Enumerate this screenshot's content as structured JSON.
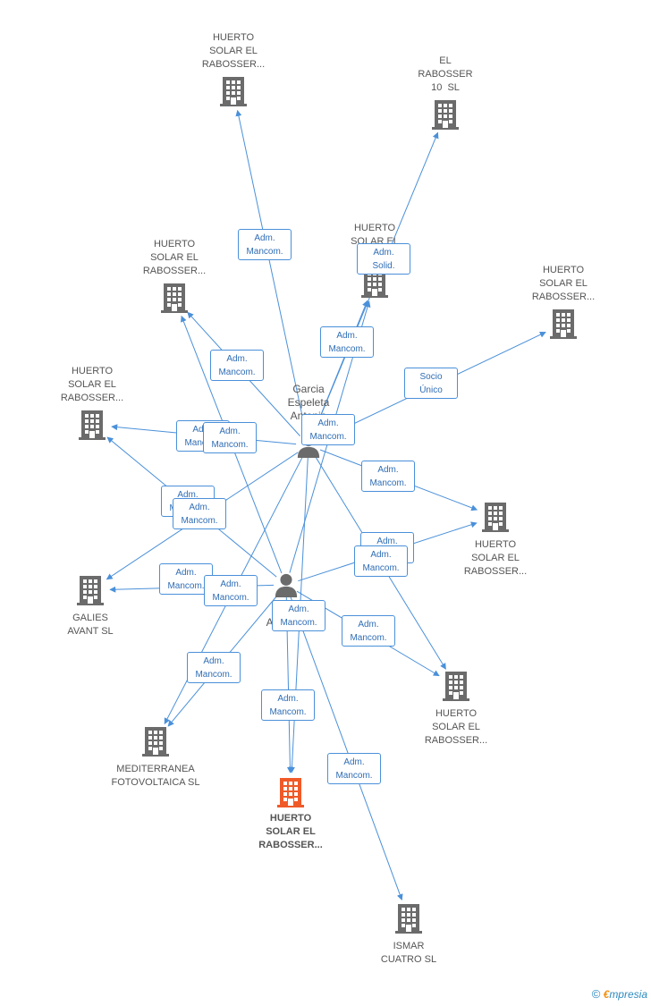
{
  "colors": {
    "edge": "#4a90d9",
    "building": "#6b6b6b",
    "building_main": "#f05a28",
    "person": "#6b6b6b"
  },
  "companies": [
    {
      "id": "c1",
      "label": "HUERTO\nSOLAR EL\nRABOSSER...",
      "icon": "building-icon"
    },
    {
      "id": "c2",
      "label": "EL\nRABOSSER\n10  SL",
      "icon": "building-icon"
    },
    {
      "id": "c3",
      "label": "HUERTO\nSOLAR EL\nRABOSSER...",
      "icon": "building-icon"
    },
    {
      "id": "c4",
      "label": "HUERTO\nSOLAR EL\nRABO",
      "icon": "building-icon"
    },
    {
      "id": "c5",
      "label": "HUERTO\nSOLAR EL\nRABOSSER...",
      "icon": "building-icon"
    },
    {
      "id": "c6",
      "label": "HUERTO\nSOLAR EL\nRABOSSER...",
      "icon": "building-icon"
    },
    {
      "id": "c7",
      "label": "HUERTO\nSOLAR EL\nRABOSSER...",
      "icon": "building-icon"
    },
    {
      "id": "c8",
      "label": "GALIES\nAVANT SL",
      "icon": "building-icon"
    },
    {
      "id": "c9",
      "label": "HUERTO\nSOLAR EL\nRABOSSER...",
      "icon": "building-icon"
    },
    {
      "id": "c10",
      "label": "MEDITERRANEA\nFOTOVOLTAICA SL",
      "icon": "building-icon"
    },
    {
      "id": "c11",
      "label": "HUERTO\nSOLAR EL\nRABOSSER...",
      "icon": "building-icon",
      "main": true
    },
    {
      "id": "c12",
      "label": "ISMAR\nCUATRO SL",
      "icon": "building-icon"
    }
  ],
  "persons": [
    {
      "id": "p1",
      "label": "Garcia\nEspeleta\nAntonio",
      "icon": "person-icon"
    },
    {
      "id": "p2",
      "label": "Lin\nAntonio",
      "icon": "person-icon"
    }
  ],
  "edges": [
    {
      "from": "p1",
      "to": "c1",
      "label": "Adm.\nMancom."
    },
    {
      "from": "p1",
      "to": "c2",
      "label": "Adm.\nSolid."
    },
    {
      "from": "p1",
      "to": "c3",
      "label": "Adm.\nMancom."
    },
    {
      "from": "p1",
      "to": "c4",
      "label": "Adm.\nMancom."
    },
    {
      "from": "p1",
      "to": "c5",
      "label": "Socio\nÚnico"
    },
    {
      "from": "p1",
      "to": "c6",
      "label": "Adm.\nMancom."
    },
    {
      "from": "p1",
      "to": "c7",
      "label": "Adm.\nMancom."
    },
    {
      "from": "p1",
      "to": "c8",
      "label": "Adm.\nMancom."
    },
    {
      "from": "p1",
      "to": "c9",
      "label": "Adm.\nMancom."
    },
    {
      "from": "p1",
      "to": "c10",
      "label": "Adm.\nMancom."
    },
    {
      "from": "p1",
      "to": "c11",
      "label": "Adm.\nMancom."
    },
    {
      "from": "p2",
      "to": "c3",
      "label": "Adm.\nMancom."
    },
    {
      "from": "p2",
      "to": "c4",
      "label": "Adm.\nMancom."
    },
    {
      "from": "p2",
      "to": "c6",
      "label": "Adm.\nMancom."
    },
    {
      "from": "p2",
      "to": "c7",
      "label": "Adm.\nMancom."
    },
    {
      "from": "p2",
      "to": "c8",
      "label": "Adm.\nMancom."
    },
    {
      "from": "p2",
      "to": "c9",
      "label": "Adm.\nMancom."
    },
    {
      "from": "p2",
      "to": "c10",
      "label": "Adm.\nMancom."
    },
    {
      "from": "p2",
      "to": "c11",
      "label": "Adm.\nMancom."
    },
    {
      "from": "p2",
      "to": "c12",
      "label": "Adm.\nMancom."
    }
  ],
  "footer": {
    "copyright": "©",
    "brand_first": "€",
    "brand_rest": "mpresia"
  }
}
